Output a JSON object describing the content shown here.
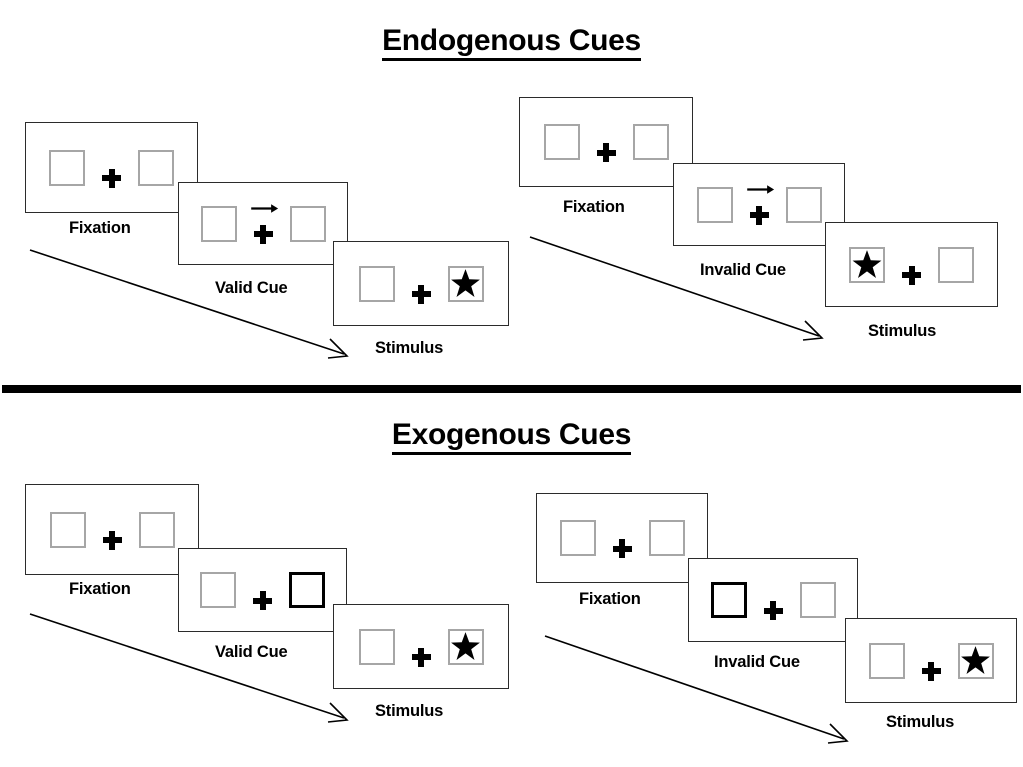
{
  "figure": {
    "title_endogenous": "Endogenous Cues",
    "title_exogenous": "Exogenous Cues"
  },
  "sections": [
    {
      "id": "endogenous",
      "heading": "Endogenous Cues",
      "streams": [
        {
          "id": "endogenous-valid",
          "panels": [
            {
              "caption": "Fixation",
              "left_box": "empty",
              "right_box": "empty",
              "cue": "none",
              "arrow": "none"
            },
            {
              "caption": "Valid Cue",
              "left_box": "empty",
              "right_box": "empty",
              "cue": "arrow",
              "arrow": "right-arrow-icon"
            },
            {
              "caption": "Stimulus",
              "left_box": "empty",
              "right_box": "star",
              "cue": "none",
              "arrow": "none"
            }
          ]
        },
        {
          "id": "endogenous-invalid",
          "panels": [
            {
              "caption": "Fixation",
              "left_box": "empty",
              "right_box": "empty",
              "cue": "none",
              "arrow": "none"
            },
            {
              "caption": "Invalid Cue",
              "left_box": "empty",
              "right_box": "empty",
              "cue": "arrow",
              "arrow": "right-arrow-icon"
            },
            {
              "caption": "Stimulus",
              "left_box": "star",
              "right_box": "empty",
              "cue": "none",
              "arrow": "none"
            }
          ]
        }
      ]
    },
    {
      "id": "exogenous",
      "heading": "Exogenous Cues",
      "streams": [
        {
          "id": "exogenous-valid",
          "panels": [
            {
              "caption": "Fixation",
              "left_box": "empty",
              "right_box": "empty",
              "cue": "none",
              "arrow": "none"
            },
            {
              "caption": "Valid Cue",
              "left_box": "empty",
              "right_box": "highlight",
              "cue": "box-flash",
              "arrow": "none"
            },
            {
              "caption": "Stimulus",
              "left_box": "empty",
              "right_box": "star",
              "cue": "none",
              "arrow": "none"
            }
          ]
        },
        {
          "id": "exogenous-invalid",
          "panels": [
            {
              "caption": "Fixation",
              "left_box": "empty",
              "right_box": "empty",
              "cue": "none",
              "arrow": "none"
            },
            {
              "caption": "Invalid Cue",
              "left_box": "highlight",
              "right_box": "empty",
              "cue": "box-flash",
              "arrow": "none"
            },
            {
              "caption": "Stimulus",
              "left_box": "empty",
              "right_box": "star",
              "cue": "none",
              "arrow": "none"
            }
          ]
        }
      ]
    }
  ],
  "icons": {
    "fixation_cross": "plus-icon",
    "star": "star-icon",
    "cue_arrow": "right-arrow-icon",
    "flow_arrow": "diagonal-arrow-icon"
  },
  "colors": {
    "ink": "#000000",
    "panel_border": "#2b2b2b",
    "box_border": "#a6a6a6",
    "cued_box_border": "#000000",
    "background": "#ffffff"
  }
}
